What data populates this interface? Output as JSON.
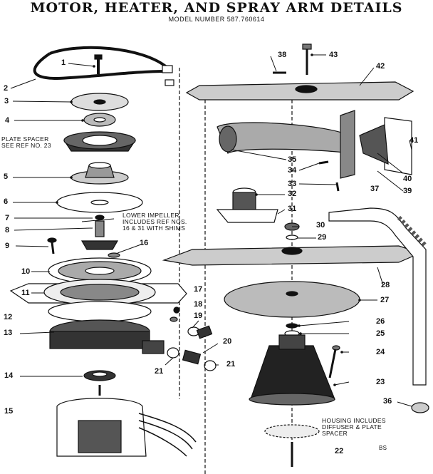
{
  "title": "MOTOR, HEATER, AND SPRAY ARM DETAILS",
  "model_number": "MODEL NUMBER 587.760614",
  "notes": {
    "plate_spacer": [
      "PLATE SPACER",
      "SEE REF NO. 23"
    ],
    "lower_impeller": [
      "LOWER IMPELLER",
      "INCLUDES REF NOS.",
      "16 & 31 WITH SHIMS"
    ],
    "housing": [
      "HOUSING INCLUDES",
      "DIFFUSER & PLATE",
      "SPACER"
    ]
  },
  "callouts": {
    "n1": "1",
    "n2": "2",
    "n3": "3",
    "n4": "4",
    "n5": "5",
    "n6": "6",
    "n7": "7",
    "n8": "8",
    "n9": "9",
    "n10": "10",
    "n11": "11",
    "n12": "12",
    "n13": "13",
    "n14": "14",
    "n15": "15",
    "n16": "16",
    "n17": "17",
    "n18": "18",
    "n19": "19",
    "n20": "20",
    "n21a": "21",
    "n21b": "21",
    "n22": "22",
    "n23": "23",
    "n24": "24",
    "n25": "25",
    "n26": "26",
    "n27": "27",
    "n28": "28",
    "n29": "29",
    "n30": "30",
    "n31": "31",
    "n32": "32",
    "n33": "33",
    "n34": "34",
    "n35": "35",
    "n36": "36",
    "n37": "37",
    "n38": "38",
    "n39": "39",
    "n40": "40",
    "n41": "41",
    "n42": "42",
    "n43": "43"
  },
  "corner_mark": "BS"
}
